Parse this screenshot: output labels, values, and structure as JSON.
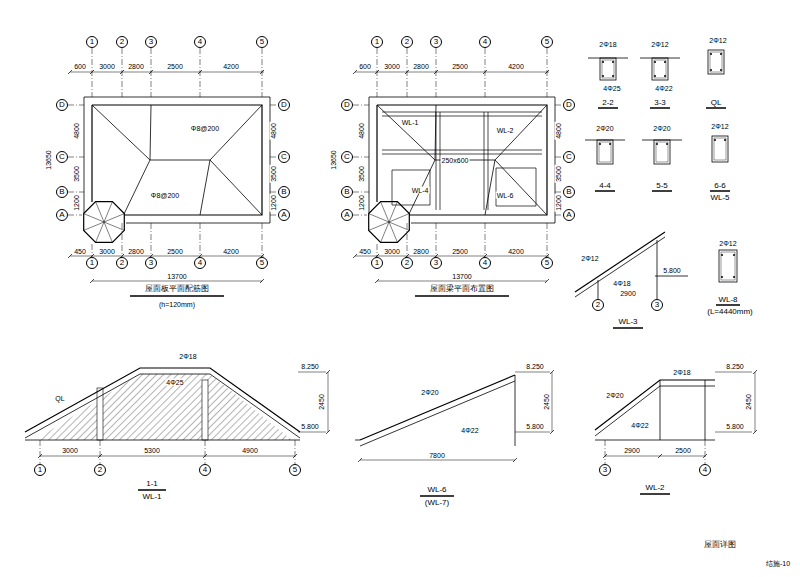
{
  "diagram": {
    "nodes": [
      {
        "text": [
          "1"
        ]
      },
      {
        "text": [
          "2"
        ]
      },
      {
        "text": [
          "3"
        ]
      },
      {
        "text": [
          "4"
        ]
      },
      {
        "text": [
          "5"
        ]
      },
      {
        "text": [
          "D"
        ]
      },
      {
        "text": [
          "C"
        ]
      },
      {
        "text": [
          "B"
        ]
      },
      {
        "text": [
          "A"
        ]
      },
      {
        "text": [
          "D"
        ]
      },
      {
        "text": [
          "C"
        ]
      },
      {
        "text": [
          "B"
        ]
      },
      {
        "text": [
          "A"
        ]
      },
      {
        "text": [
          "1"
        ]
      },
      {
        "text": [
          "2"
        ]
      },
      {
        "text": [
          "3"
        ]
      },
      {
        "text": [
          "4"
        ]
      },
      {
        "text": [
          "5"
        ]
      },
      {
        "text": [
          "1"
        ]
      },
      {
        "text": [
          "2"
        ]
      },
      {
        "text": [
          "3"
        ]
      },
      {
        "text": [
          "4"
        ]
      },
      {
        "text": [
          "5"
        ]
      },
      {
        "text": [
          "D"
        ]
      },
      {
        "text": [
          "C"
        ]
      },
      {
        "text": [
          "B"
        ]
      },
      {
        "text": [
          "A"
        ]
      },
      {
        "text": [
          "D"
        ]
      },
      {
        "text": [
          "C"
        ]
      },
      {
        "text": [
          "B"
        ]
      },
      {
        "text": [
          "A"
        ]
      },
      {
        "text": [
          "1"
        ]
      },
      {
        "text": [
          "2"
        ]
      },
      {
        "text": [
          "3"
        ]
      },
      {
        "text": [
          "4"
        ]
      },
      {
        "text": [
          "5"
        ]
      },
      {
        "text": [
          "1"
        ]
      },
      {
        "text": [
          "2"
        ]
      },
      {
        "text": [
          "4"
        ]
      },
      {
        "text": [
          "5"
        ]
      },
      {
        "text": [
          "2"
        ]
      },
      {
        "text": [
          "3"
        ]
      },
      {
        "text": [
          "3"
        ]
      },
      {
        "text": [
          "4"
        ]
      }
    ],
    "labels": [
      "600",
      "3000",
      "2800",
      "2500",
      "4200",
      "450",
      "3000",
      "2800",
      "2500",
      "4200",
      "13700",
      "4800",
      "3500",
      "1200",
      "13650",
      "4800",
      "3500",
      "1200",
      "Φ8@200",
      "Φ8@200",
      "屋面板平面配筋图",
      "(h=120mm)",
      "600",
      "3000",
      "2800",
      "2500",
      "4200",
      "450",
      "3000",
      "2800",
      "2500",
      "4200",
      "13700",
      "4800",
      "3500",
      "1200",
      "13650",
      "4800",
      "3500",
      "1200",
      "WL-1",
      "WL-2",
      "WL-4",
      "WL-6",
      "250x600",
      "屋面梁平面布置图",
      "2Φ18",
      "4Φ25",
      "2-2",
      "2Φ12",
      "4Φ22",
      "3-3",
      "2Φ12",
      "QL",
      "2Φ20",
      "4-4",
      "2Φ20",
      "5-5",
      "2Φ12",
      "6-6",
      "WL-5",
      "2Φ12",
      "5.800",
      "4Φ18",
      "2900",
      "WL-3",
      "2Φ12",
      "WL-8",
      "(L=4440mm)",
      "8.250",
      "5.800",
      "2450",
      "QL",
      "2Φ18",
      "4Φ25",
      "3000",
      "5300",
      "4900",
      "1-1",
      "WL-1",
      "8.250",
      "5.800",
      "2450",
      "2Φ20",
      "4Φ22",
      "7800",
      "WL-6",
      "(WL-7)",
      "8.250",
      "5.800",
      "2450",
      "2Φ20",
      "2Φ18",
      "4Φ22",
      "2900",
      "2500",
      "WL-2",
      "屋面详图",
      "结施-10"
    ]
  }
}
